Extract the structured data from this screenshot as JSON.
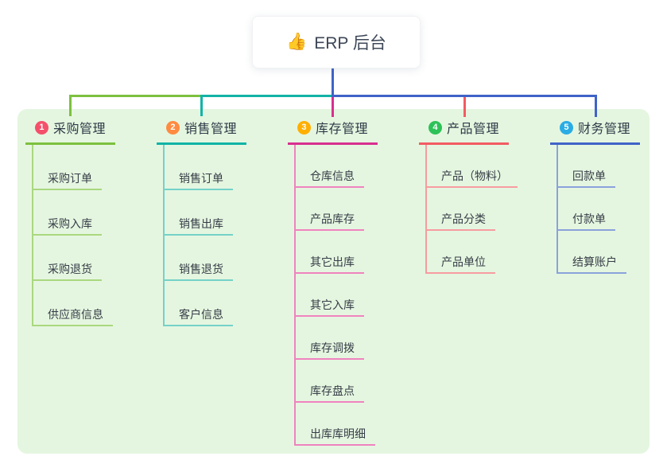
{
  "root": {
    "icon": "👍",
    "label": "ERP 后台"
  },
  "colors": {
    "root_connector": "#4063c8",
    "panel_bg": "#e5f6e0"
  },
  "branches": [
    {
      "number": "1",
      "title": "采购管理",
      "badge_color": "#f4506b",
      "line_color": "#7cc13e",
      "child_line_color": "#a9d87f",
      "children": [
        "采购订单",
        "采购入库",
        "采购退货",
        "供应商信息"
      ]
    },
    {
      "number": "2",
      "title": "销售管理",
      "badge_color": "#ff8b41",
      "line_color": "#12b3a6",
      "child_line_color": "#74d2c8",
      "children": [
        "销售订单",
        "销售出库",
        "销售退货",
        "客户信息"
      ]
    },
    {
      "number": "3",
      "title": "库存管理",
      "badge_color": "#ffaf02",
      "line_color": "#d8308f",
      "child_line_color": "#ef83bf",
      "children": [
        "仓库信息",
        "产品库存",
        "其它出库",
        "其它入库",
        "库存调拨",
        "库存盘点",
        "出库库明细"
      ]
    },
    {
      "number": "4",
      "title": "产品管理",
      "badge_color": "#2dc258",
      "line_color": "#f25b62",
      "child_line_color": "#f79ba0",
      "children": [
        "产品（物料）",
        "产品分类",
        "产品单位"
      ]
    },
    {
      "number": "5",
      "title": "财务管理",
      "badge_color": "#2aace4",
      "line_color": "#4063c8",
      "child_line_color": "#8aa2dc",
      "children": [
        "回款单",
        "付款单",
        "结算账户"
      ]
    }
  ]
}
